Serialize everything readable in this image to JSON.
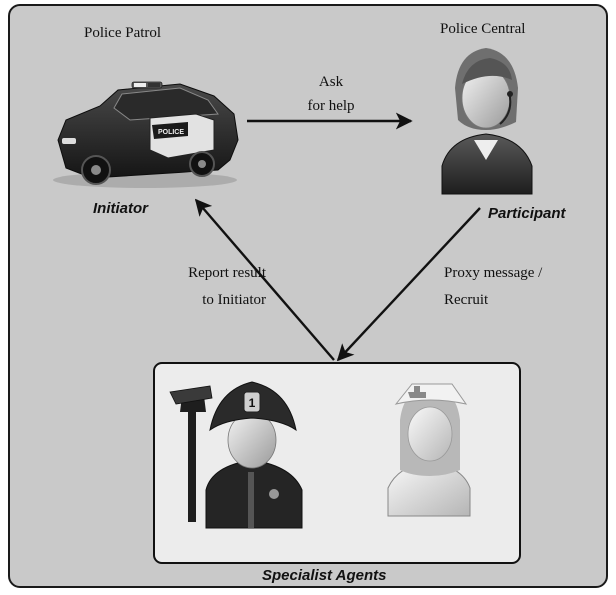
{
  "nodes": {
    "patrol": {
      "title": "Police Patrol",
      "role": "Initiator",
      "icon": "police-car-icon"
    },
    "central": {
      "title": "Police Central",
      "role": "Participant",
      "icon": "dispatcher-headset-icon"
    },
    "specialists": {
      "role": "Specialist Agents",
      "icons": [
        "firefighter-icon",
        "nurse-icon"
      ]
    }
  },
  "edges": {
    "ask": {
      "line1": "Ask",
      "line2": "for help"
    },
    "proxy": {
      "line1": "Proxy message /",
      "line2": "Recruit"
    },
    "report": {
      "line1": "Report result",
      "line2": "to Initiator"
    }
  }
}
